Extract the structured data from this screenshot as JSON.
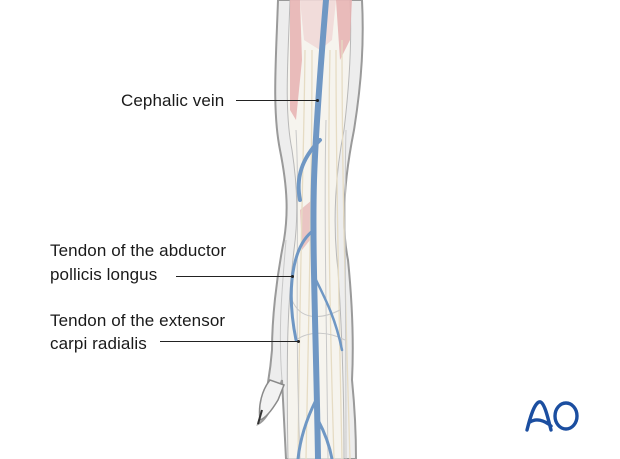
{
  "figure": {
    "subject": "Dorsal-radial view of distal forearm and wrist",
    "colors": {
      "vein": "#6f97c4",
      "vein_dark": "#5a82b2",
      "muscle": "#e8b4b4",
      "tendon": "#f3efe4",
      "outline": "#9a9a9a",
      "skin": "#ececec",
      "logo": "#1b4ea0"
    }
  },
  "labels": [
    {
      "lines": [
        "Cephalic vein"
      ]
    },
    {
      "lines": [
        "Tendon of the abductor",
        "pollicis longus"
      ]
    },
    {
      "lines": [
        "Tendon of the extensor",
        "carpi radialis"
      ]
    }
  ],
  "logo": {
    "text": "AO",
    "name": "AO Foundation logo"
  }
}
